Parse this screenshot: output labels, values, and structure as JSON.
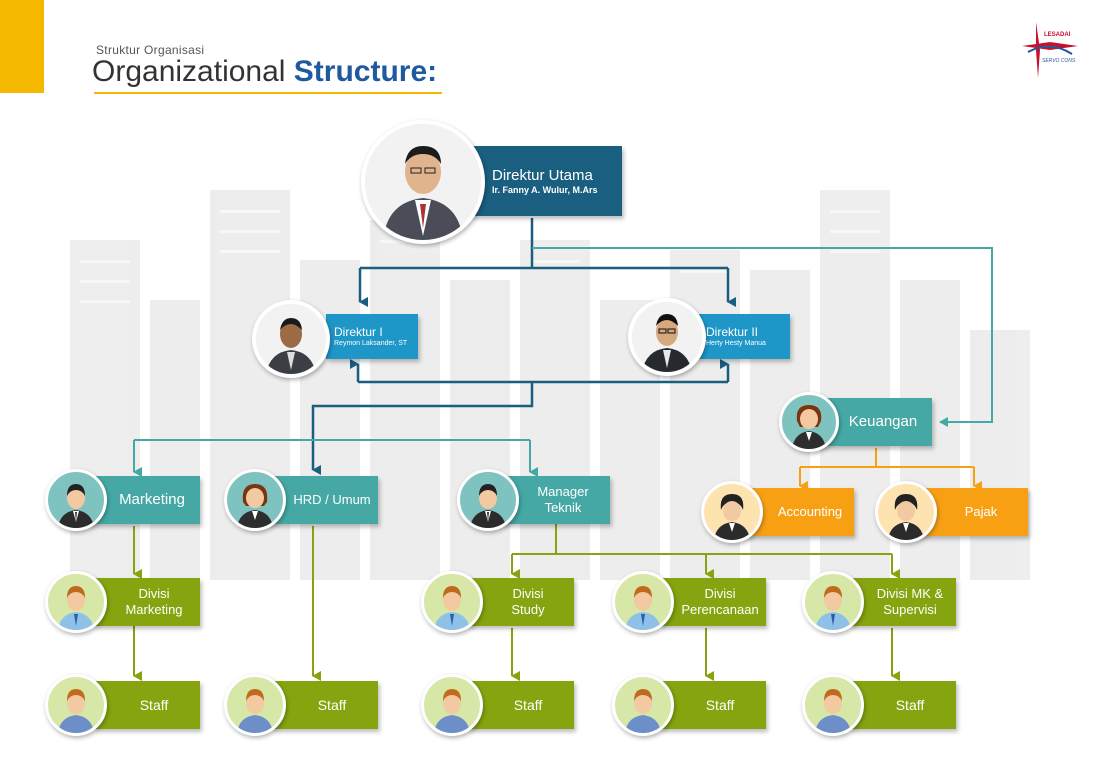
{
  "header": {
    "subtitle": "Struktur Organisasi",
    "title_light": "Organizational ",
    "title_bold": "Structure:"
  },
  "logo": {
    "text_top": "LESADAI",
    "text_bottom": "SERVO CONS"
  },
  "nodes": {
    "direktur_utama": {
      "title": "Direktur Utama",
      "name": "Ir. Fanny A. Wulur, M.Ars"
    },
    "direktur_1": {
      "title": "Direktur I",
      "name": "Reymon Laksander, ST"
    },
    "direktur_2": {
      "title": "Direktur II",
      "name": "Herty Hesty Manua"
    },
    "keuangan": "Keuangan",
    "accounting": "Accounting",
    "pajak": "Pajak",
    "marketing": "Marketing",
    "hrd": "HRD / Umum",
    "manager_teknik": "Manager Teknik",
    "divisi_marketing": "Divisi Marketing",
    "divisi_study": "Divisi Study",
    "divisi_perencanaan": "Divisi Perencanaan",
    "divisi_mk": "Divisi MK & Supervisi",
    "staff_marketing": "Staff",
    "staff_hrd": "Staff",
    "staff_study": "Staff",
    "staff_perencanaan": "Staff",
    "staff_mk": "Staff"
  },
  "colors": {
    "navy": "#1b5f80",
    "blue": "#1e96c8",
    "teal": "#45a8a4",
    "orange": "#f7a014",
    "green": "#86a40f",
    "accent_yellow": "#f5b800"
  }
}
